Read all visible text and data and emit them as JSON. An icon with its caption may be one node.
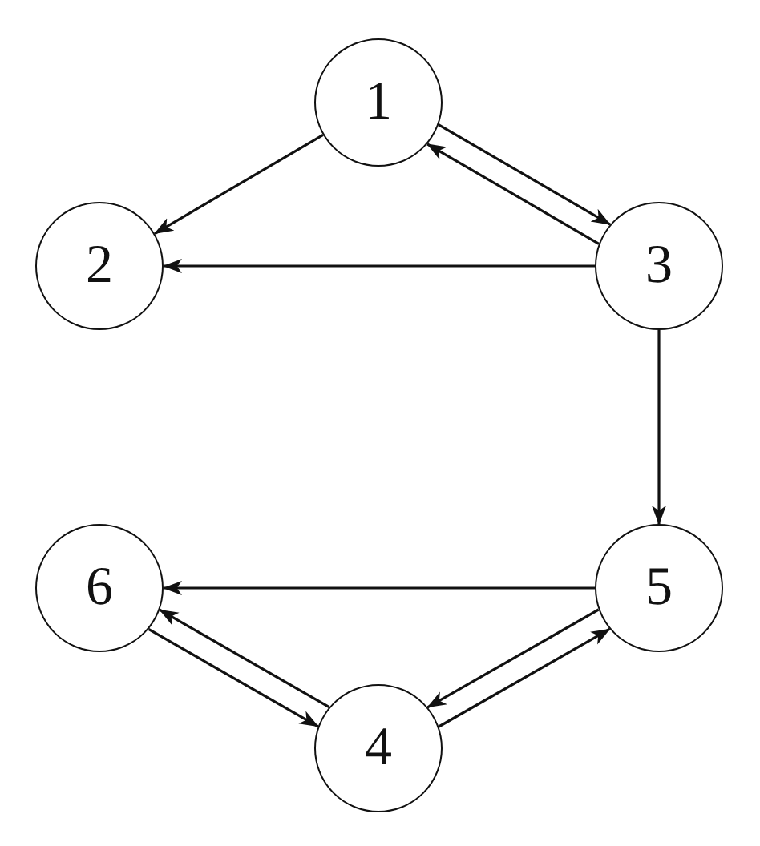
{
  "diagram": {
    "nodes": [
      {
        "text": [
          "1"
        ]
      },
      {
        "text": [
          "2"
        ]
      },
      {
        "text": [
          "3"
        ]
      },
      {
        "text": [
          "6"
        ]
      },
      {
        "text": [
          "5"
        ]
      },
      {
        "text": [
          "4"
        ]
      }
    ],
    "edges": [
      {
        "from": 0,
        "to": 1,
        "arrow": "to"
      },
      {
        "from": 0,
        "to": 2,
        "arrow": "to"
      },
      {
        "from": 2,
        "to": 0,
        "arrow": "to"
      },
      {
        "from": 2,
        "to": 1,
        "arrow": "to"
      },
      {
        "from": 2,
        "to": 4,
        "arrow": "to"
      },
      {
        "from": 4,
        "to": 3,
        "arrow": "to"
      },
      {
        "from": 3,
        "to": 5,
        "arrow": "to"
      },
      {
        "from": 5,
        "to": 3,
        "arrow": "to"
      },
      {
        "from": 5,
        "to": 4,
        "arrow": "to"
      },
      {
        "from": 4,
        "to": 5,
        "arrow": "to"
      }
    ]
  }
}
